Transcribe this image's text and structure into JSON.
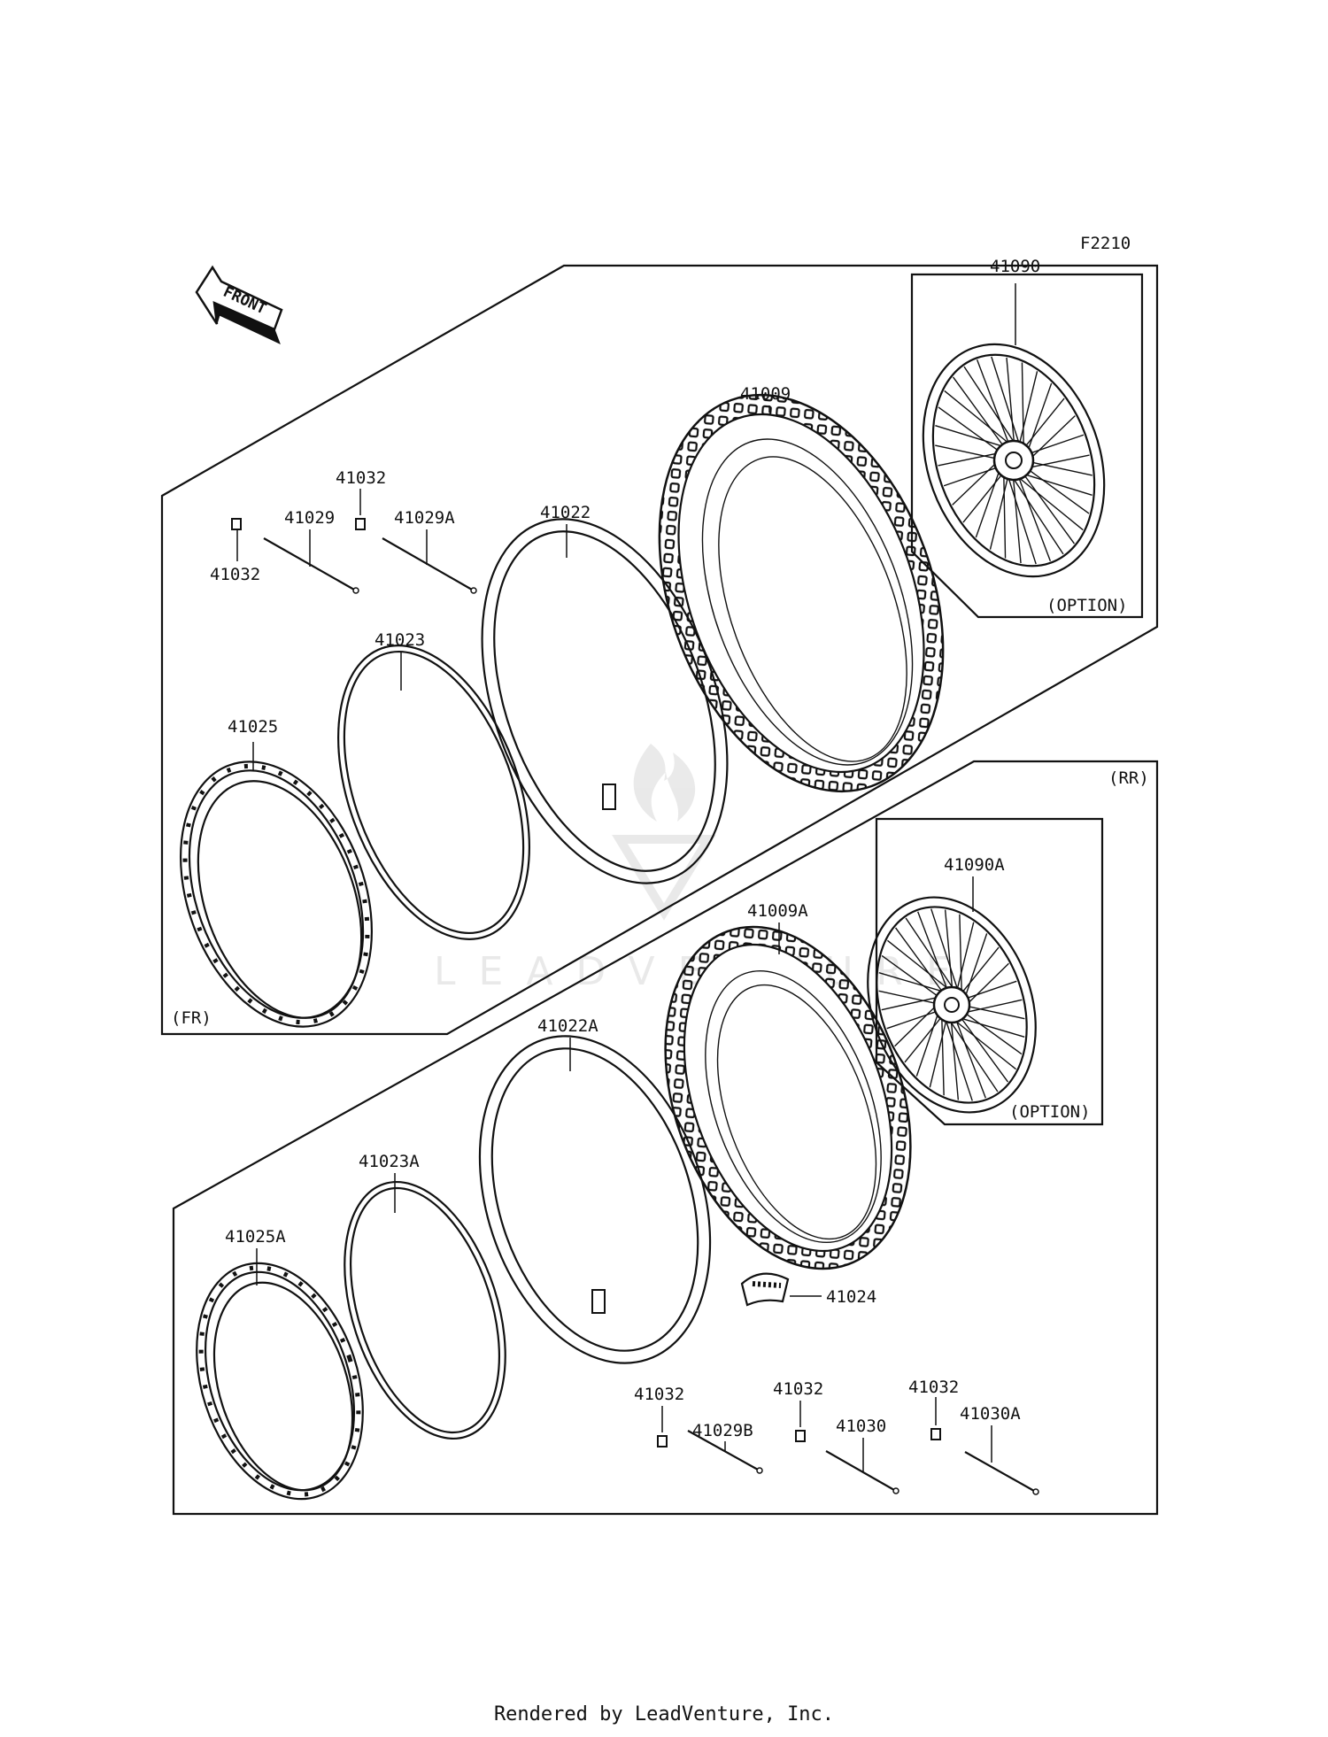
{
  "figure_code": "F2210",
  "front_arrow_text": "FRONT",
  "section_front_label": "(FR)",
  "section_rear_label": "(RR)",
  "option_label": "(OPTION)",
  "watermark_text": "LEADVENTURE",
  "footer_text": "Rendered by LeadVenture, Inc.",
  "parts_front": {
    "p41090": "41090",
    "p41009": "41009",
    "p41022": "41022",
    "p41023": "41023",
    "p41025": "41025",
    "p41029": "41029",
    "p41029A": "41029A",
    "p41032_a": "41032",
    "p41032_b": "41032"
  },
  "parts_rear": {
    "p41090A": "41090A",
    "p41009A": "41009A",
    "p41022A": "41022A",
    "p41023A": "41023A",
    "p41025A": "41025A",
    "p41024": "41024",
    "p41029B": "41029B",
    "p41030": "41030",
    "p41030A": "41030A",
    "p41032_c": "41032",
    "p41032_d": "41032",
    "p41032_e": "41032"
  }
}
